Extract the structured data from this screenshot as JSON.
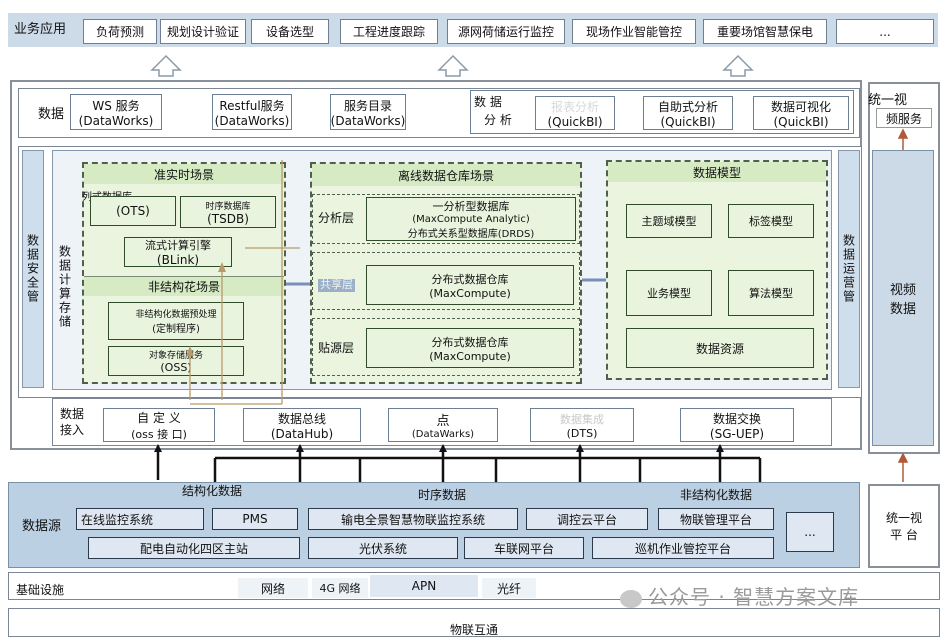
{
  "business": {
    "label": "业务应用",
    "items": [
      "负荷预测",
      "规划设计验证",
      "设备选型",
      "工程进度跟踪",
      "源网荷储运行监控",
      "现场作业智能管控",
      "重要场馆智慧保电",
      "..."
    ]
  },
  "services": {
    "label": "数据",
    "items": [
      {
        "line1": "WS 服务",
        "line2": "(DataWorks)"
      },
      {
        "line1": "Restful服务",
        "line2": "(DataWorks)"
      },
      {
        "line1": "服务目录",
        "line2": "(DataWorks)"
      }
    ],
    "analysis_label_1": "数 据",
    "analysis_label_2": "分 析",
    "analysis_items": [
      {
        "line1": "报表分析",
        "line2": "(QuickBI)"
      },
      {
        "line1": "自助式分析",
        "line2": "(QuickBI)"
      },
      {
        "line1": "数据可视化",
        "line2": "(QuickBI)"
      }
    ],
    "video_service_1": "统一视",
    "video_service_2": "频服务"
  },
  "left_side": "数据安全管",
  "right_side": "数据运营管",
  "compute_label": "数据计算存储",
  "realtime": {
    "title": "准实时场景",
    "ots_1": "列式数据库",
    "ots_2": "(OTS)",
    "tsdb_1": "时序数据库",
    "tsdb_2": "(TSDB)",
    "blink_1": "流式计算引擎",
    "blink_2": "(BLink)"
  },
  "unstructured": {
    "title": "非结构花场景",
    "proc_1": "非结构化数据预处理",
    "proc_2": "(定制程序)",
    "oss_1": "对象存储服务",
    "oss_2": "(OSS)"
  },
  "offline": {
    "title": "离线数据仓库场景",
    "analysis_layer": "分析层",
    "analysis_1": "一分析型数据库",
    "analysis_2": "(MaxCompute        Analytic)",
    "analysis_3": "分布式关系型数据库(DRDS)",
    "shared_layer": "共享层",
    "shared_1": "分布式数据仓库",
    "shared_2": "(MaxCompute)",
    "source_layer": "贴源层",
    "source_1": "分布式数据仓库",
    "source_2": "(MaxCompute)"
  },
  "model": {
    "title": "数据模型",
    "items": [
      "主题域模型",
      "标签模型",
      "业务模型",
      "算法模型",
      "数据资源"
    ]
  },
  "video_data_1": "视频",
  "video_data_2": "数据",
  "access": {
    "label_1": "数据",
    "label_2": "接入",
    "items": [
      {
        "line1": "自 定 义",
        "line2": "(oss 接 口)"
      },
      {
        "line1": "数据总线",
        "line2": "(DataHub)"
      },
      {
        "line1": "点",
        "line2": "(DataWarks)"
      },
      {
        "line1": "数据集成",
        "line2": "(DTS)"
      },
      {
        "line1": "数据交换",
        "line2": "(SG-UEP)"
      }
    ]
  },
  "datasource": {
    "label": "数据源",
    "cat_struct": "结构化数据",
    "cat_time": "时序数据",
    "cat_unstruct": "非结构化数据",
    "row1": [
      "在线监控系统",
      "PMS",
      "输电全景智慧物联监控系统",
      "调控云平台",
      "物联管理平台",
      "..."
    ],
    "row2": [
      "配电自动化四区主站",
      "光伏系统",
      "车联网平台",
      "巡机作业管控平台"
    ],
    "video_platform_1": "统一视",
    "video_platform_2": "平 台"
  },
  "infra": {
    "label": "基础设施",
    "items": [
      "网络",
      "4G 网络",
      "APN",
      "光纤"
    ]
  },
  "iot": "物联互通",
  "watermark": "公众号 · 智慧方案文库"
}
